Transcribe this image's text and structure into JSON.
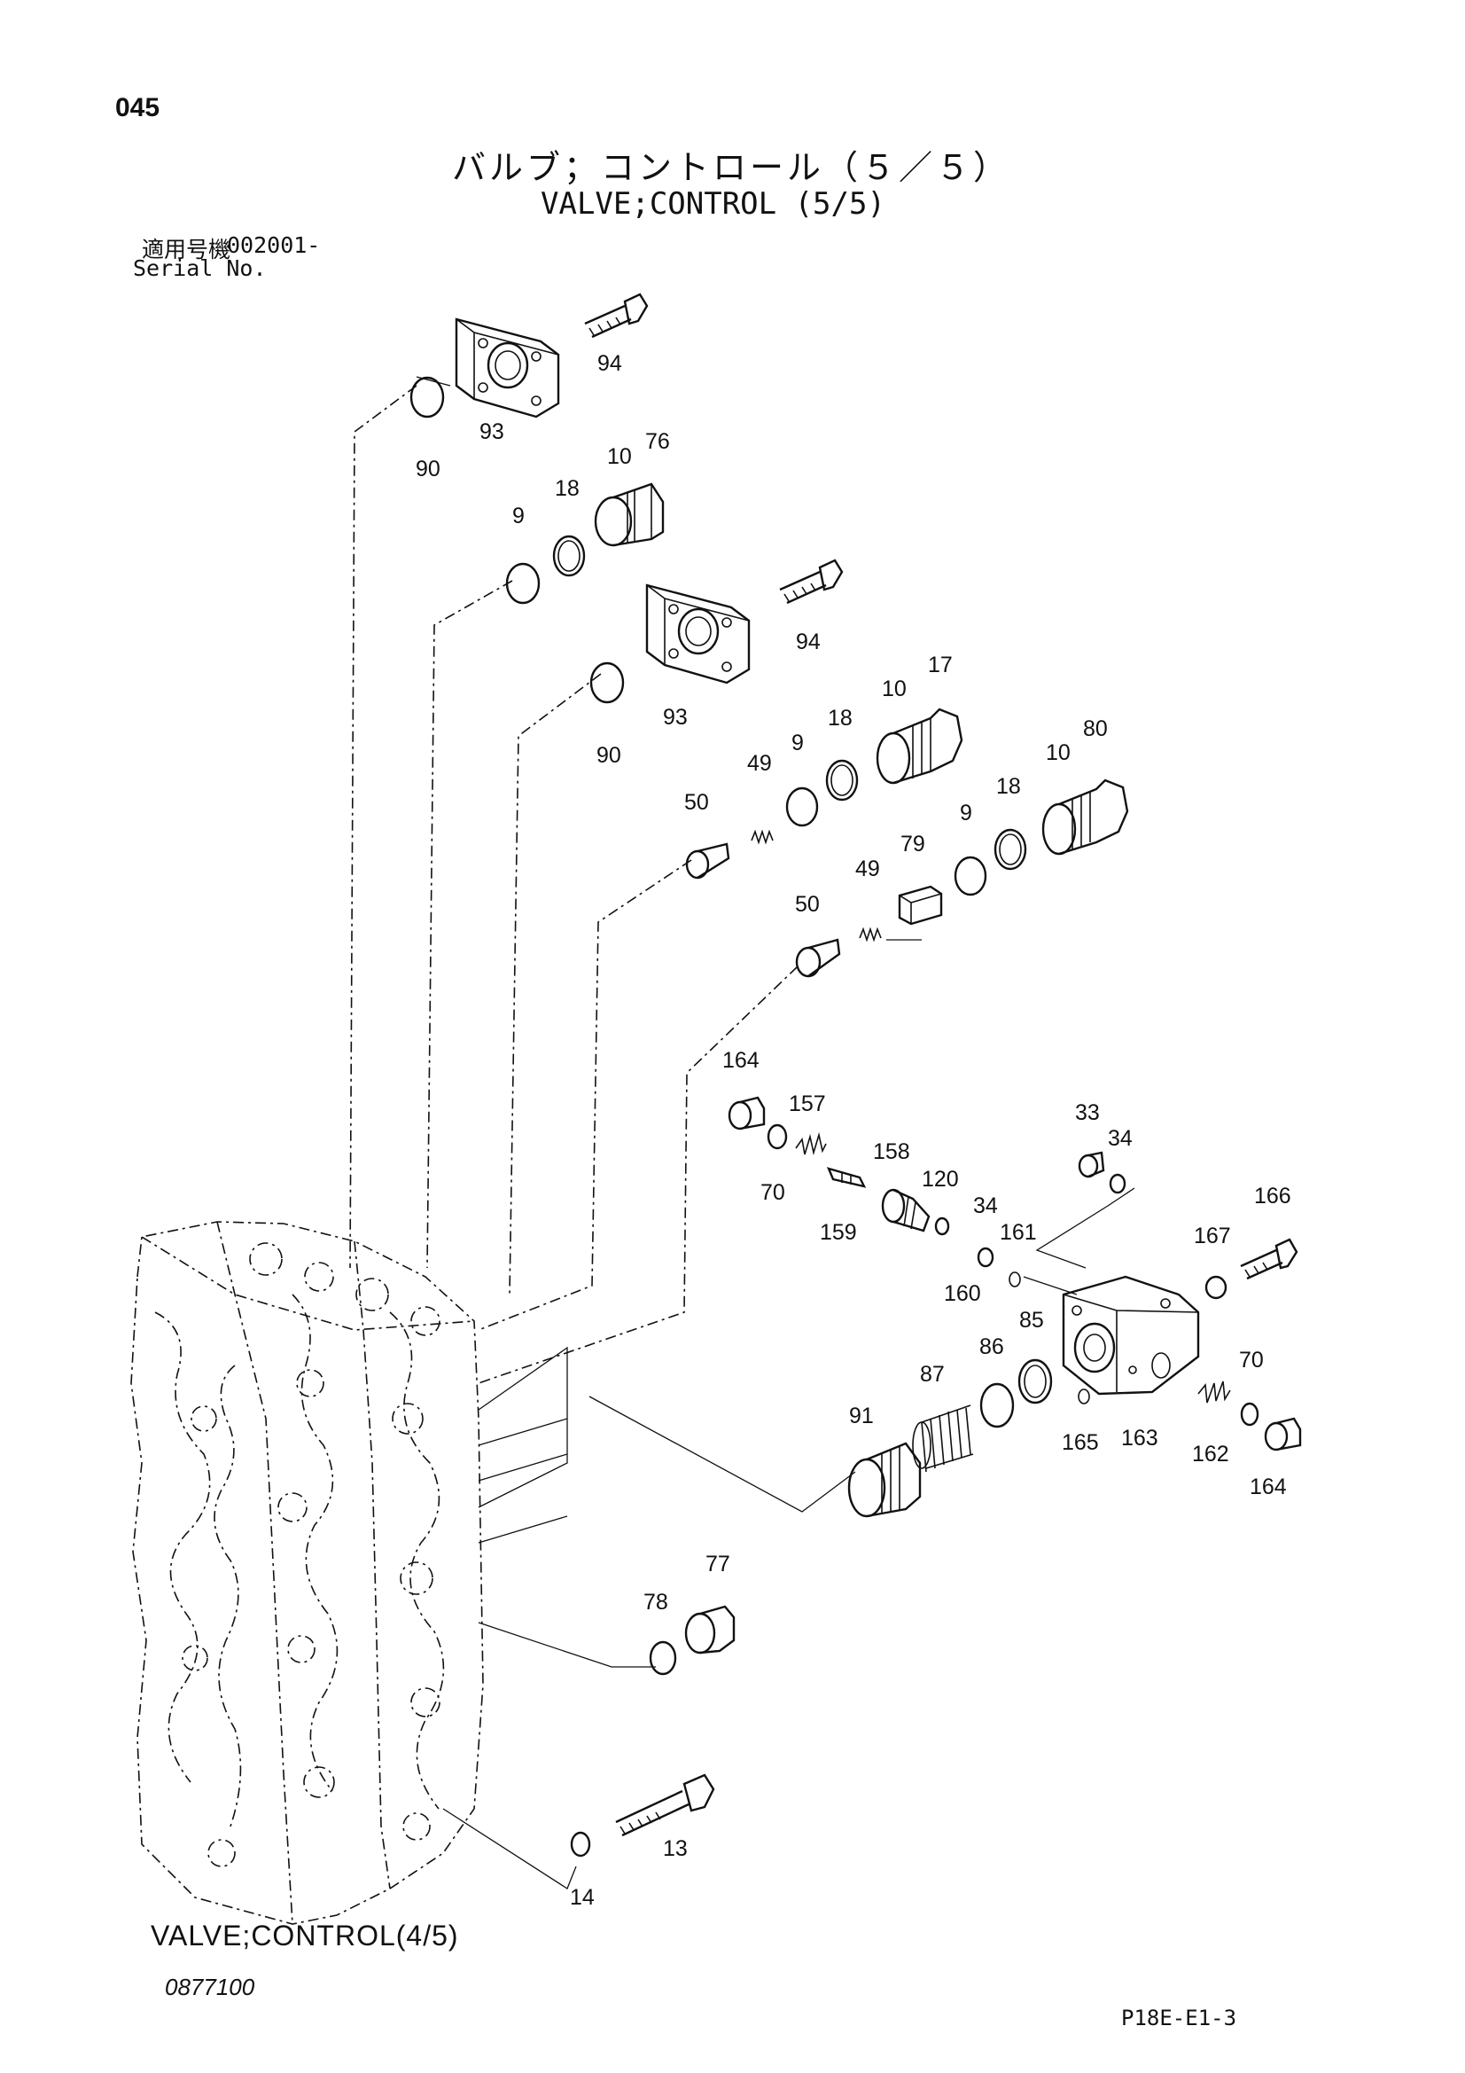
{
  "header": {
    "page_no": "045",
    "title_jp": "バルブ；コントロール（５／５）",
    "title_en": "VALVE;CONTROL (5/5)",
    "serial_jp": "適用号機",
    "serial_value": "002001-",
    "serial_en": "Serial No."
  },
  "footer": {
    "reference": "VALVE;CONTROL(4/5)",
    "drawing_no": "0877100",
    "page_code": "P18E-E1-3"
  },
  "parts": {
    "p94a": "94",
    "p93a": "93",
    "p90a": "90",
    "p10a": "10",
    "p76": "76",
    "p18a": "18",
    "p9a": "9",
    "p94b": "94",
    "p93b": "93",
    "p90b": "90",
    "p10b": "10",
    "p17": "17",
    "p18b": "18",
    "p9b": "9",
    "p49a": "49",
    "p50a": "50",
    "p10c": "10",
    "p80": "80",
    "p18c": "18",
    "p9c": "9",
    "p79": "79",
    "p49b": "49",
    "p50b": "50",
    "p164a": "164",
    "p157": "157",
    "p70a": "70",
    "p158": "158",
    "p159": "159",
    "p120": "120",
    "p34a": "34",
    "p160": "160",
    "p161": "161",
    "p33": "33",
    "p34b": "34",
    "p166": "166",
    "p167": "167",
    "p85": "85",
    "p86": "86",
    "p87": "87",
    "p91": "91",
    "p165": "165",
    "p163": "163",
    "p162": "162",
    "p70b": "70",
    "p164b": "164",
    "p78": "78",
    "p77": "77",
    "p13": "13",
    "p14": "14"
  }
}
